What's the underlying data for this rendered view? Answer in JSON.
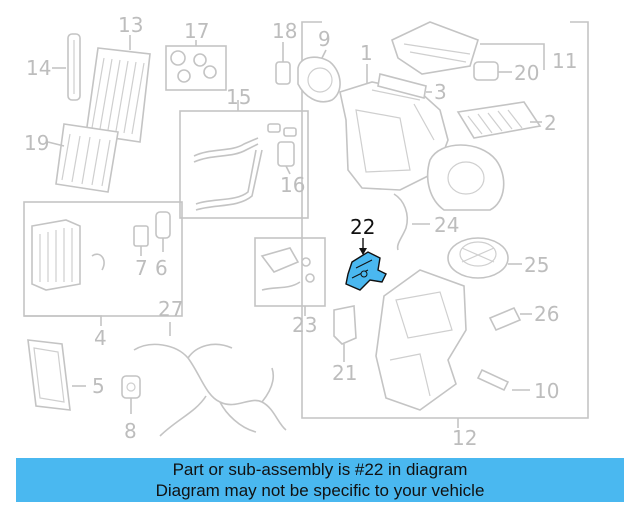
{
  "diagram": {
    "callouts": [
      "1",
      "3",
      "4",
      "5",
      "6",
      "7",
      "8",
      "9",
      "10",
      "11",
      "12",
      "13",
      "14",
      "15",
      "16",
      "17",
      "18",
      "19",
      "20",
      "21",
      "22",
      "23",
      "24",
      "25",
      "26",
      "27"
    ],
    "highlighted_part": "22",
    "colors": {
      "highlight": "#4ab8f0",
      "line": "#c4c4c4",
      "banner": "#4ab8f0"
    }
  },
  "banner": {
    "line1": "Part or sub-assembly is #22 in diagram",
    "line2": "Diagram may not be specific to your vehicle"
  }
}
